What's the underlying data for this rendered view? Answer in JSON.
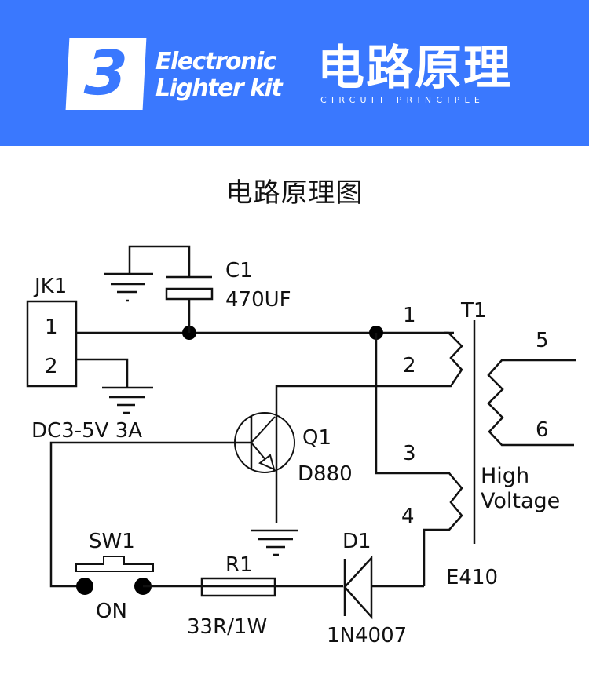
{
  "header": {
    "step_number": "3",
    "kit_name_line1": "Electronic",
    "kit_name_line2": "Lighter kit",
    "title_cn": "电路原理",
    "subtitle_en": "CIRCUIT PRINCIPLE",
    "background_color": "#3a78fe"
  },
  "diagram": {
    "title": "电路原理图",
    "components": {
      "jack": {
        "ref": "JK1",
        "pin1": "1",
        "pin2": "2",
        "rating": "DC3-5V 3A"
      },
      "capacitor": {
        "ref": "C1",
        "value": "470UF"
      },
      "transistor": {
        "ref": "Q1",
        "part": "D880"
      },
      "switch": {
        "ref": "SW1",
        "state": "ON"
      },
      "resistor": {
        "ref": "R1",
        "value": "33R/1W"
      },
      "diode": {
        "ref": "D1",
        "part": "1N4007"
      },
      "transformer": {
        "ref": "T1",
        "pins": [
          "1",
          "2",
          "3",
          "4",
          "5",
          "6"
        ],
        "output_label_line1": "High",
        "output_label_line2": "Voltage",
        "part": "E410"
      }
    }
  }
}
